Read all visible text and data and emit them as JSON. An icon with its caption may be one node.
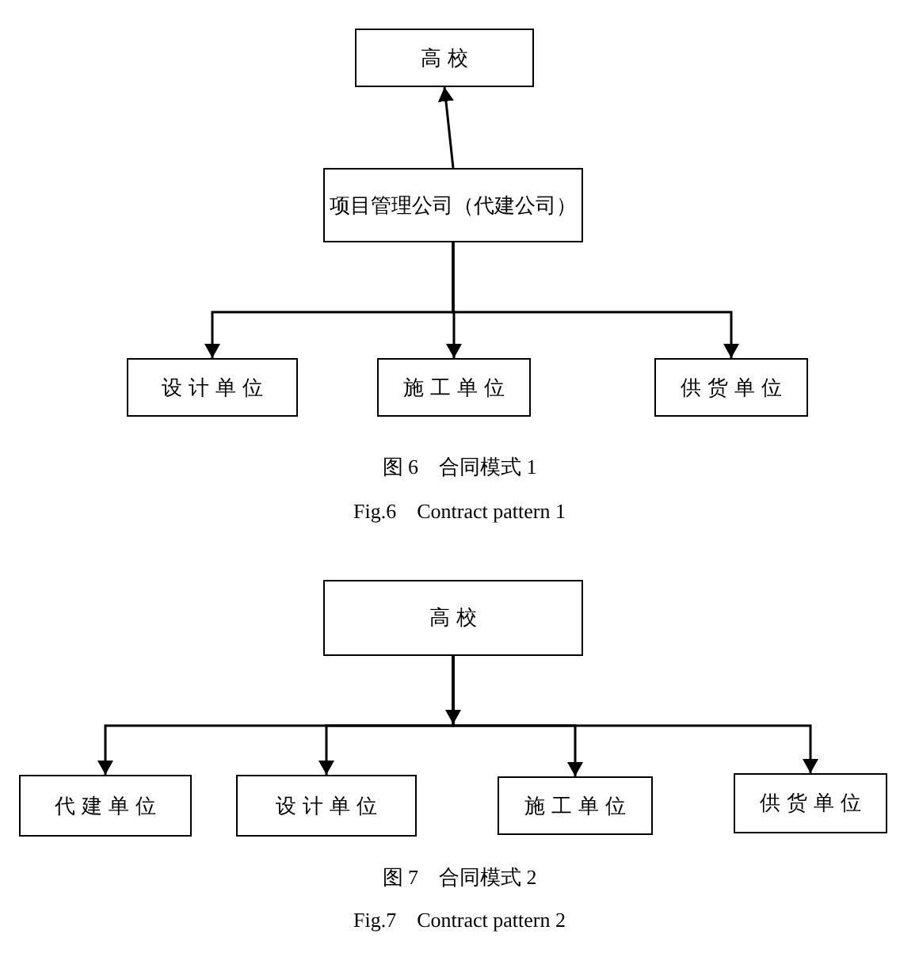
{
  "diagram": {
    "nodes": [
      {
        "text": [
          "高 校"
        ]
      },
      {
        "text": [
          "项目管理公司（代建公司）"
        ]
      },
      {
        "text": [
          "设 计 单 位"
        ]
      },
      {
        "text": [
          "施 工 单 位"
        ]
      },
      {
        "text": [
          "供 货 单 位"
        ]
      },
      {
        "text": [
          "高 校"
        ]
      },
      {
        "text": [
          "代 建 单 位"
        ]
      },
      {
        "text": [
          "设 计 单 位"
        ]
      },
      {
        "text": [
          "施 工 单 位"
        ]
      },
      {
        "text": [
          "供 货 单 位"
        ]
      }
    ],
    "edges": [
      {
        "from": 1,
        "to": 0,
        "arrow": "to"
      },
      {
        "from": 1,
        "to": 2,
        "arrow": "to"
      },
      {
        "from": 1,
        "to": 3,
        "arrow": "to"
      },
      {
        "from": 1,
        "to": 4,
        "arrow": "to"
      },
      {
        "from": 5,
        "to": 6,
        "arrow": "to"
      },
      {
        "from": 5,
        "to": 7,
        "arrow": "to"
      },
      {
        "from": 5,
        "to": 8,
        "arrow": "to"
      },
      {
        "from": 5,
        "to": 9,
        "arrow": "to"
      }
    ],
    "labels": [
      "图 6　合同模式 1",
      "Fig.6　Contract pattern 1",
      "图 7　合同模式 2",
      "Fig.7　Contract pattern 2"
    ]
  }
}
